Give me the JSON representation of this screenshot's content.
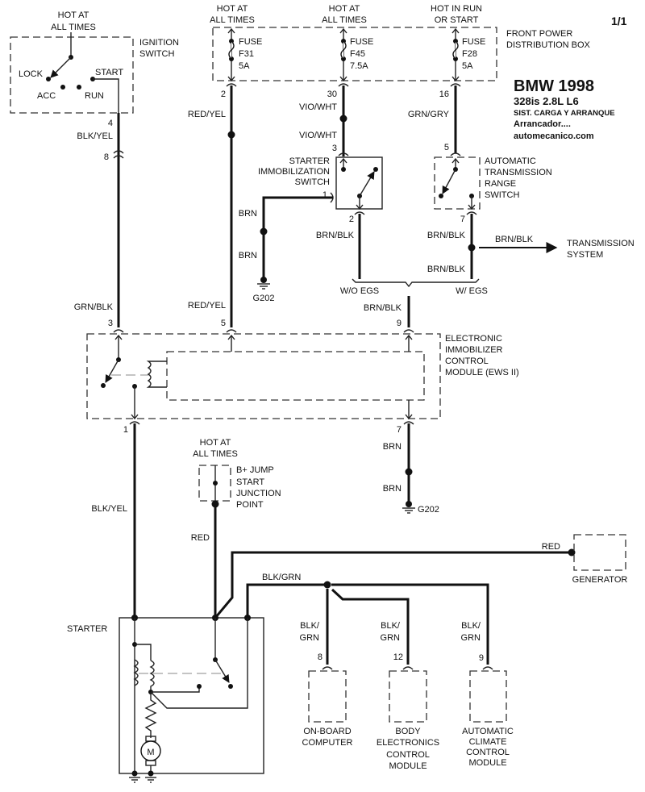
{
  "page": {
    "page_number": "1/1"
  },
  "header": {
    "make_year": "BMW 1998",
    "model": "328is  2.8L  L6",
    "system": "SIST. CARGA Y ARRANQUE",
    "subsystem": "Arrancador....",
    "website": "automecanico.com"
  },
  "ignition_switch": {
    "power_label": [
      "HOT AT",
      "ALL TIMES"
    ],
    "name": [
      "IGNITION",
      "SWITCH"
    ],
    "positions": {
      "lock": "LOCK",
      "acc": "ACC",
      "run": "RUN",
      "start": "START"
    },
    "out_pin": "4",
    "wire": "BLK/YEL",
    "connector_pin": "8"
  },
  "power_distribution": {
    "name": [
      "FRONT POWER",
      "DISTRIBUTION BOX"
    ],
    "fuses": [
      {
        "power_label": [
          "HOT AT",
          "ALL TIMES"
        ],
        "word": "FUSE",
        "id": "F31",
        "rating": "5A",
        "pin": "2",
        "wire": "RED/YEL"
      },
      {
        "power_label": [
          "HOT AT",
          "ALL TIMES"
        ],
        "word": "FUSE",
        "id": "F45",
        "rating": "7.5A",
        "pin": "30",
        "wire": "VIO/WHT"
      },
      {
        "power_label": [
          "HOT IN RUN",
          "OR START"
        ],
        "word": "FUSE",
        "id": "F28",
        "rating": "5A",
        "pin": "16",
        "wire": "GRN/GRY"
      }
    ]
  },
  "starter_immobilization_switch": {
    "name": [
      "STARTER",
      "IMMOBILIZATION",
      "SWITCH"
    ],
    "in_pin": "3",
    "in_wire": "VIO/WHT",
    "ground_pin": "1",
    "ground_wires": [
      "BRN",
      "BRN"
    ],
    "ground": "G202",
    "out_pin": "2",
    "out_wire": "BRN/BLK"
  },
  "transmission_range_switch": {
    "name": [
      "AUTOMATIC",
      "TRANSMISSION",
      "RANGE",
      "SWITCH"
    ],
    "in_pin": "5",
    "out_pin": "7",
    "out_wire": "BRN/BLK",
    "branch_wire": "BRN/BLK",
    "branch_target": [
      "TRANSMISSION",
      "SYSTEM"
    ],
    "down_wire": "BRN/BLK"
  },
  "option_split": {
    "left": "W/O EGS",
    "right": "W/ EGS",
    "merged_wire": "BRN/BLK"
  },
  "ews_module": {
    "name": [
      "ELECTRONIC",
      "IMMOBILIZER",
      "CONTROL",
      "MODULE (EWS II)"
    ],
    "pins_in": [
      {
        "pin": "3",
        "wire": "GRN/BLK"
      },
      {
        "pin": "5",
        "wire": "RED/YEL"
      },
      {
        "pin": "9",
        "wire": "BRN/BLK"
      }
    ],
    "pin_out_starter": {
      "pin": "1",
      "wire": "BLK/YEL"
    },
    "pin_out_ground": {
      "pin": "7",
      "wires": [
        "BRN",
        "BRN"
      ],
      "ground": "G202"
    }
  },
  "jump_start": {
    "power_label": [
      "HOT AT",
      "ALL TIMES"
    ],
    "name": [
      "B+ JUMP",
      "START",
      "JUNCTION",
      "POINT"
    ],
    "wire": "RED"
  },
  "generator": {
    "name": "GENERATOR",
    "wire": "RED"
  },
  "starter": {
    "name": "STARTER",
    "motor_symbol": "M"
  },
  "blk_grn_bus": {
    "wire": "BLK/GRN",
    "loads": [
      {
        "wire": [
          "BLK/",
          "GRN"
        ],
        "pin": "8",
        "name": [
          "ON-BOARD",
          "COMPUTER"
        ]
      },
      {
        "wire": [
          "BLK/",
          "GRN"
        ],
        "pin": "12",
        "name": [
          "BODY",
          "ELECTRONICS",
          "CONTROL",
          "MODULE"
        ]
      },
      {
        "wire": [
          "BLK/",
          "GRN"
        ],
        "pin": "9",
        "name": [
          "AUTOMATIC",
          "CLIMATE",
          "CONTROL",
          "MODULE"
        ]
      }
    ]
  }
}
